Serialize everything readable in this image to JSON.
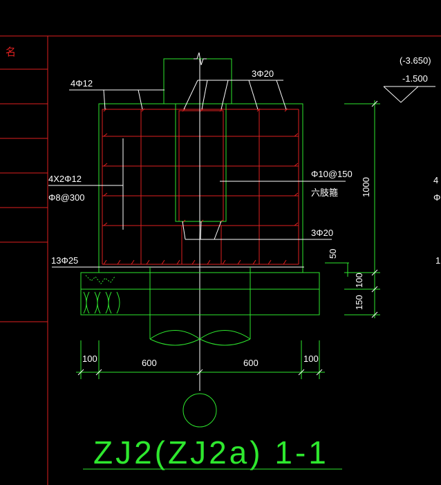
{
  "title_block": {
    "label": "名"
  },
  "elevation": {
    "primary": "(-3.650)",
    "secondary": "-1.500"
  },
  "rebar": {
    "top_left": "4Φ12",
    "top_right": "3Φ20",
    "side_label_1": "4X2Φ12",
    "side_label_2": "Φ8@300",
    "stirrup_1": "Φ10@150",
    "stirrup_2": "六肢箍",
    "column_bottom": "3Φ20",
    "bottom_bar": "13Φ25"
  },
  "dimensions": {
    "beam_height": "1000",
    "cover": "50",
    "layer_1": "100",
    "layer_2": "150",
    "left_edge": "100",
    "left_span": "600",
    "right_span": "600",
    "right_edge": "100"
  },
  "right_edge_fragments": {
    "upper": "4",
    "upper_2": "Φ",
    "lower": "1"
  },
  "caption": "ZJ2(ZJ2a) 1-1",
  "colors": {
    "line_green": "#2ee82e",
    "line_red": "#e02020",
    "text_white": "#ffffff",
    "background": "#000000"
  }
}
